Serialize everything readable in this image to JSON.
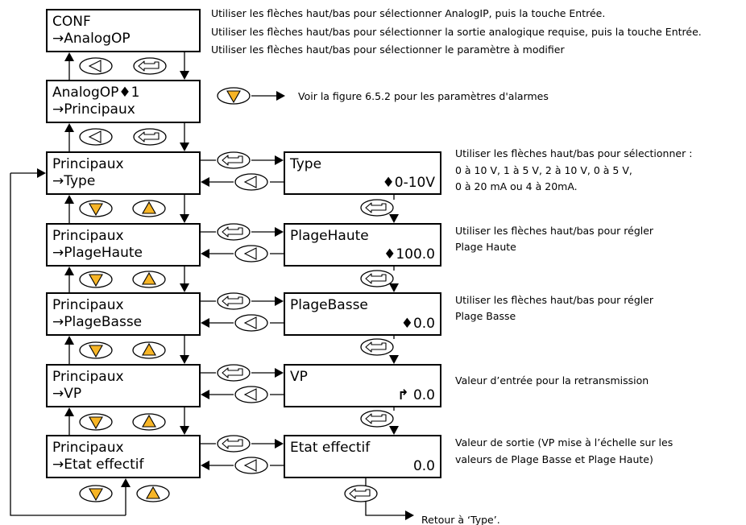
{
  "menus": {
    "conf": {
      "line1": "CONF",
      "line2": "→AnalogOP"
    },
    "analogop": {
      "line1": "AnalogOP♦1",
      "line2": "→Principaux"
    },
    "type": {
      "line1": "Principaux",
      "line2": "→Type"
    },
    "plagehaute": {
      "line1": "Principaux",
      "line2": "→PlageHaute"
    },
    "plagebasse": {
      "line1": "Principaux",
      "line2": "→PlageBasse"
    },
    "vp": {
      "line1": "Principaux",
      "line2": "→VP"
    },
    "etat": {
      "line1": "Principaux",
      "line2": "→Etat effectif"
    }
  },
  "params": {
    "type": {
      "name": "Type",
      "value": "0-10V",
      "marker": "♦"
    },
    "plagehaute": {
      "name": "PlageHaute",
      "value": "100.0",
      "marker": "♦"
    },
    "plagebasse": {
      "name": "PlageBasse",
      "value": "0.0",
      "marker": "♦"
    },
    "vp": {
      "name": "VP",
      "value": "0.0",
      "marker": "↱"
    },
    "etat": {
      "name": "Etat effectif",
      "value": "0.0",
      "marker": ""
    }
  },
  "notes": {
    "top_1": "Utiliser les flèches haut/bas pour sélectionner AnalogIP, puis la touche Entrée.",
    "top_2": "Utiliser les flèches haut/bas pour sélectionner la sortie analogique requise, puis la touche Entrée.",
    "top_3": "Utiliser les flèches haut/bas pour sélectionner le paramètre à modifier",
    "alarms": "Voir la figure 6.5.2 pour les paramètres d'alarmes",
    "type_1": "Utiliser les flèches haut/bas pour sélectionner :",
    "type_2": "0 à 10 V, 1 à 5 V, 2 à 10 V, 0 à 5 V,",
    "type_3": "0 à 20 mA ou 4 à 20mA.",
    "ph_1": "Utiliser les flèches haut/bas pour régler",
    "ph_2": "Plage Haute",
    "pb_1": "Utiliser les flèches haut/bas pour régler",
    "pb_2": "Plage Basse",
    "vp": "Valeur d’entrée pour la retransmission",
    "etat_1": "Valeur de sortie (VP mise à l’échelle sur les",
    "etat_2": "valeurs de Plage Basse et Plage Haute)",
    "retour": "Retour à ‘Type’."
  },
  "colors": {
    "key_fill": "#f7b526",
    "line": "#000000",
    "key_body": "#ffffff"
  },
  "icons": [
    "enter-key-icon",
    "back-key-icon",
    "down-key-icon",
    "up-key-icon"
  ]
}
